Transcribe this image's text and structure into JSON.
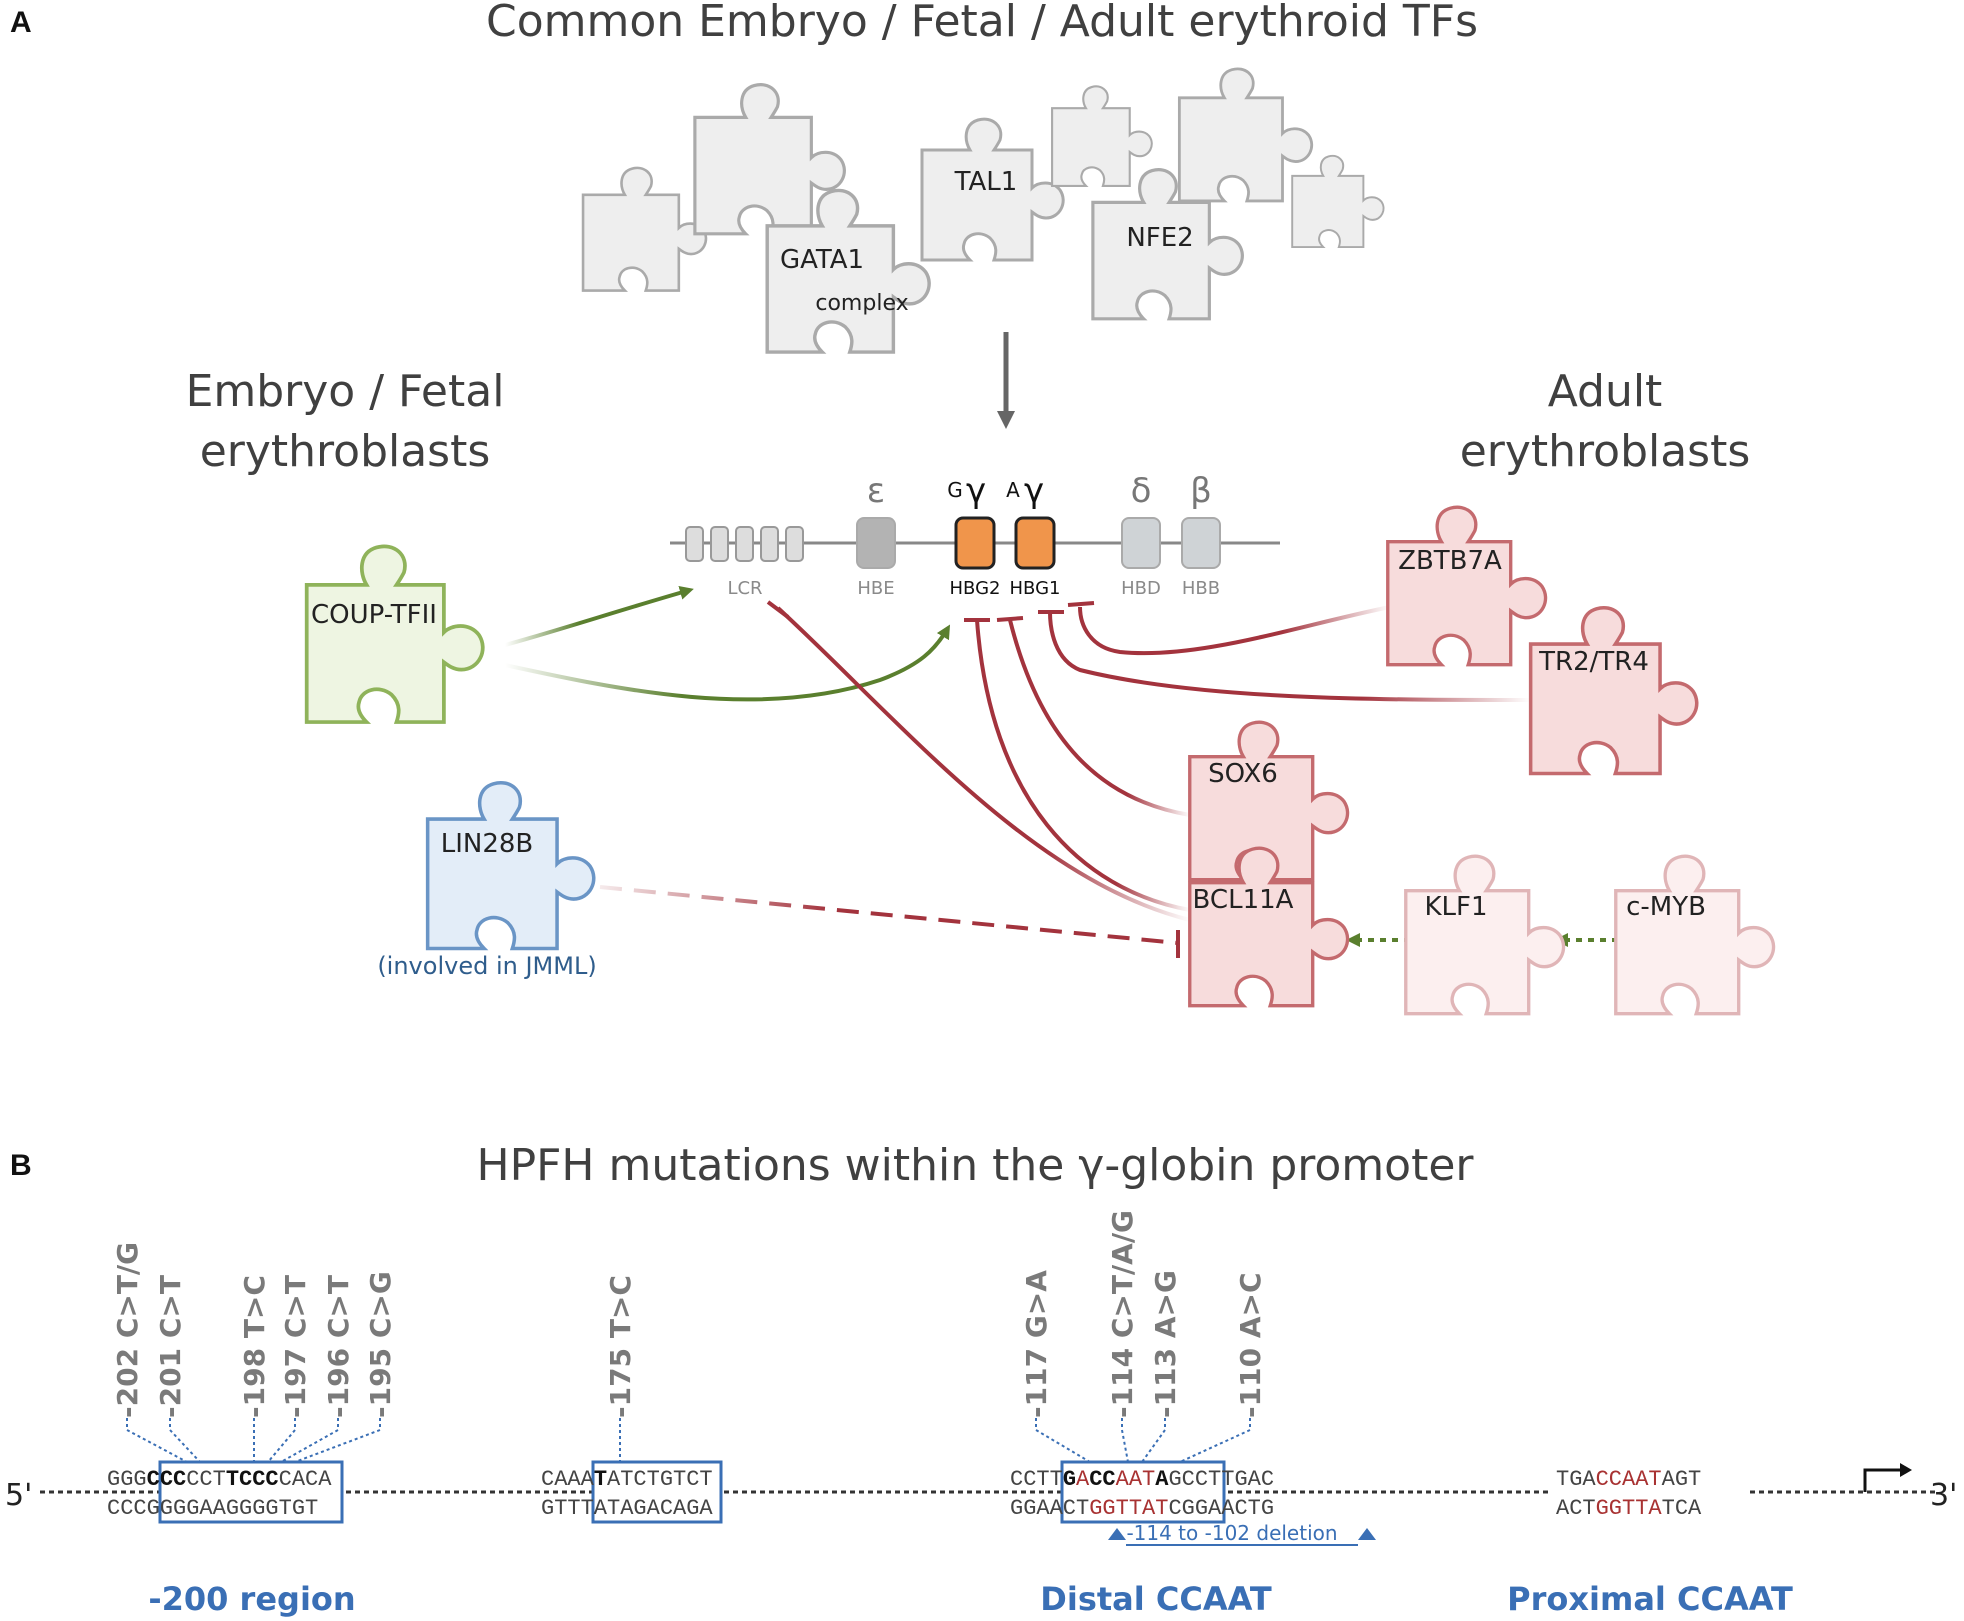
{
  "panel_a": {
    "letter": "A",
    "title": "Common Embryo / Fetal / Adult erythroid TFs",
    "common_tfs": [
      "TAL1",
      "GATA1",
      "complex",
      "NFE2"
    ],
    "left_heading": [
      "Embryo / Fetal",
      "erythroblasts"
    ],
    "right_heading": [
      "Adult",
      "erythroblasts"
    ],
    "locus": {
      "greek": [
        "ε",
        "γ",
        "γ",
        "δ",
        "β"
      ],
      "greek_superscripts": [
        "G",
        "A"
      ],
      "genes": [
        "LCR",
        "HBE",
        "HBG2",
        "HBG1",
        "HBD",
        "HBB"
      ]
    },
    "fetal_factors": [
      "COUP-TFII",
      "LIN28B"
    ],
    "lin28b_note": "(involved in JMML)",
    "adult_factors": [
      "ZBTB7A",
      "TR2/TR4",
      "SOX6",
      "BCL11A",
      "KLF1",
      "c-MYB"
    ],
    "colors": {
      "activator": "#5a7f2e",
      "repressor": "#a3333d",
      "fetal_piece_fill": "#eef5e2",
      "fetal_piece_stroke": "#8fb35a",
      "adult_piece_fill": "#f7dcdc",
      "adult_piece_stroke": "#c46a6e",
      "gamma_gene": "#f0954b",
      "lin28b_fill": "#e3edf8",
      "lin28b_stroke": "#6a95c6"
    }
  },
  "panel_b": {
    "letter": "B",
    "title": "HPFH mutations within the γ-globin promoter",
    "five_prime": "5'",
    "three_prime": "3'",
    "region_200": {
      "mutations": [
        "-202 C>T/G",
        "-201 C>T",
        "-198 T>C",
        "-197 C>T",
        "-196 C>T",
        "-195 C>G"
      ],
      "top_seq": [
        "GGG",
        "C",
        "CC",
        "CCT",
        "T",
        "CCC",
        "CACA"
      ],
      "bottom_seq": "CCCGGGGAAGGGGTGT",
      "label": "-200 region"
    },
    "region_175": {
      "mutations": [
        "-175 T>C"
      ],
      "top_seq": [
        "CAAA",
        "T",
        "ATCTGTCT"
      ],
      "bottom_seq": "GTTTATAGACAGA"
    },
    "distal": {
      "mutations": [
        "-117 G>A",
        "-114 C>T/A/G",
        "-113 A>G",
        "-110 A>C"
      ],
      "top_seq": [
        "CCTT",
        "G",
        "A",
        "CC",
        "AAT",
        "A",
        "GCCTTGAC"
      ],
      "bottom_seq": [
        "GGAACT",
        "GGTTAT",
        "CGGAACTG"
      ],
      "deletion": "-114 to -102 deletion",
      "label": "Distal CCAAT"
    },
    "proximal": {
      "top_seq": [
        "TGA",
        "CCAAT",
        "AGT"
      ],
      "bottom_seq": [
        "ACT",
        "GGTTA",
        "TCA"
      ],
      "label": "Proximal CCAAT"
    }
  }
}
